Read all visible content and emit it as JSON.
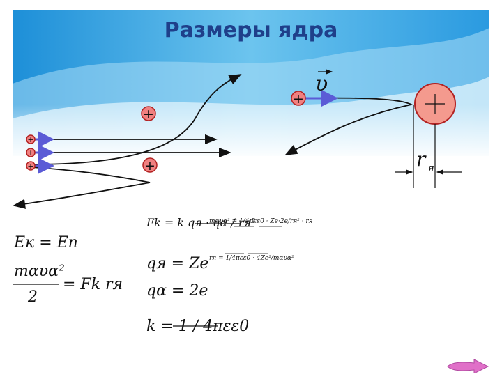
{
  "slide": {
    "title": "Размеры ядра",
    "colors": {
      "header_blue": "#3aa6e3",
      "proton_fill": "#f08080",
      "proton_stroke": "#b22222",
      "nucleus_fill": "#f49a8e",
      "arrow_purple": "#5b5bd6"
    }
  },
  "diagram": {
    "velocity_label": "υ",
    "radius_label": "r",
    "radius_subscript": "я",
    "plus_sign": "+"
  },
  "formulas": {
    "energy_equality": "Eк = Eп",
    "energy_lhs": "mαυα²",
    "energy_denominator": "2",
    "energy_rhs": "= Fk rя",
    "coulomb": "Fk = k qя · qα / rя²",
    "charge_nucleus": "qя = Ze",
    "charge_alpha": "qα = 2e",
    "k_constant": "k = 1 / 4πεε0",
    "note_1": "mαυα² = 1/4πεε0 · Ze·2e/rя² · rя",
    "note_2": "rя = 1/4πεε0 · 4Ze²/mαυα²"
  },
  "nav": {
    "icon": "next-slide-icon"
  }
}
